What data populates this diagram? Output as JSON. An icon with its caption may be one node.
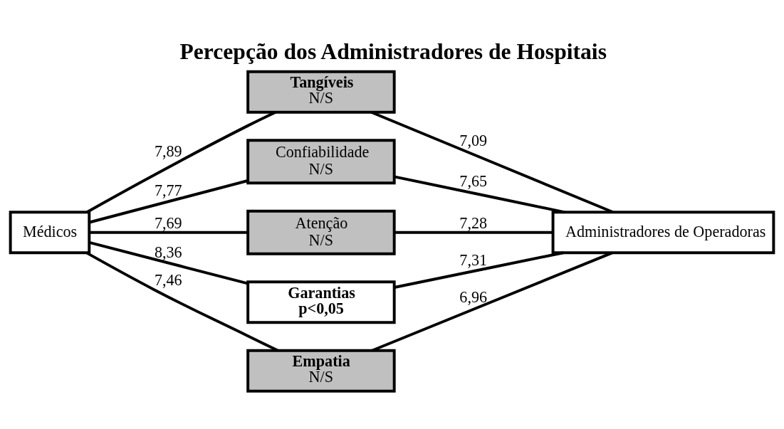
{
  "diagram": {
    "title": "Percepção dos Administradores de Hospitais",
    "nodes": [
      {
        "text": [
          "Médicos"
        ]
      },
      {
        "text": [
          "Tangíveis",
          "N/S"
        ]
      },
      {
        "text": [
          "Confiabilidade",
          "N/S"
        ]
      },
      {
        "text": [
          "Atenção",
          "N/S"
        ]
      },
      {
        "text": [
          "Garantias",
          "p<0,05"
        ]
      },
      {
        "text": [
          "Empatia",
          "N/S"
        ]
      },
      {
        "text": [
          "Administradores de Operadoras"
        ]
      }
    ],
    "edges": [
      {
        "from": 0,
        "to": 1,
        "arrow": "none",
        "label": "7,89"
      },
      {
        "from": 0,
        "to": 2,
        "arrow": "none",
        "label": "7,77"
      },
      {
        "from": 0,
        "to": 3,
        "arrow": "none",
        "label": "7,69"
      },
      {
        "from": 0,
        "to": 4,
        "arrow": "none",
        "label": "8,36"
      },
      {
        "from": 0,
        "to": 5,
        "arrow": "none",
        "label": "7,46"
      },
      {
        "from": 1,
        "to": 6,
        "arrow": "none",
        "label": "7,09"
      },
      {
        "from": 2,
        "to": 6,
        "arrow": "none",
        "label": "7,65"
      },
      {
        "from": 3,
        "to": 6,
        "arrow": "none",
        "label": "7,28"
      },
      {
        "from": 4,
        "to": 6,
        "arrow": "none",
        "label": "7,31"
      },
      {
        "from": 5,
        "to": 6,
        "arrow": "none",
        "label": "6,96"
      }
    ]
  }
}
